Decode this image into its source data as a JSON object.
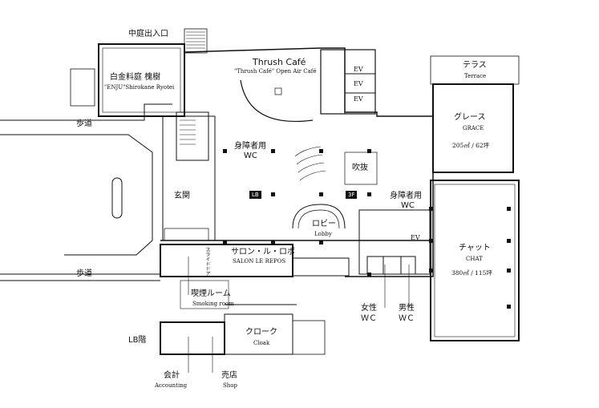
{
  "labels": {
    "courtyard_entrance": "中庭出入口",
    "enju_jp": "白金料庭 槐樹",
    "enju_en": "\"ENJU\"Shirokane Ryotei",
    "thrush_title": "Thrush Café",
    "thrush_sub": "\"Thrush Café\" Open Air Café",
    "sidewalk_top": "歩道",
    "sidewalk_bottom": "歩道",
    "accessible_wc_1_jp": "身障者用",
    "accessible_wc_1_en": "WC",
    "accessible_wc_2_jp": "身障者用",
    "accessible_wc_2_en": "WC",
    "atrium": "吹抜",
    "entrance": "玄関",
    "lb_tag": "LB",
    "floor3_tag": "3F",
    "lobby_jp": "ロビー",
    "lobby_en": "Lobby",
    "salon_jp": "サロン・ル・ロポ",
    "salon_en": "SALON LE REPOS",
    "slide_door": "スライドドア",
    "smoking_jp": "喫煙ルーム",
    "smoking_en": "Smoking room",
    "cloak_jp": "クローク",
    "cloak_en": "Cloak",
    "lb_floor": "LB階",
    "accounting_jp": "会計",
    "accounting_en": "Accounting",
    "shop_jp": "売店",
    "shop_en": "Shop",
    "terrace_jp": "テラス",
    "terrace_en": "Terrace",
    "grace_jp": "グレース",
    "grace_en": "GRACE",
    "grace_area": "205㎡ / 62坪",
    "chat_jp": "チャット",
    "chat_en": "CHAT",
    "chat_area": "380㎡ / 115坪",
    "ev_1": "EV",
    "ev_2": "EV",
    "ev_3": "EV",
    "ev_4": "EV",
    "female_wc_jp": "女性",
    "female_wc_en": "ＷＣ",
    "male_wc_jp": "男性",
    "male_wc_en": "ＷＣ"
  },
  "colors": {
    "wall": "#111111",
    "background": "#ffffff",
    "fill_gray": "#dddddd"
  }
}
